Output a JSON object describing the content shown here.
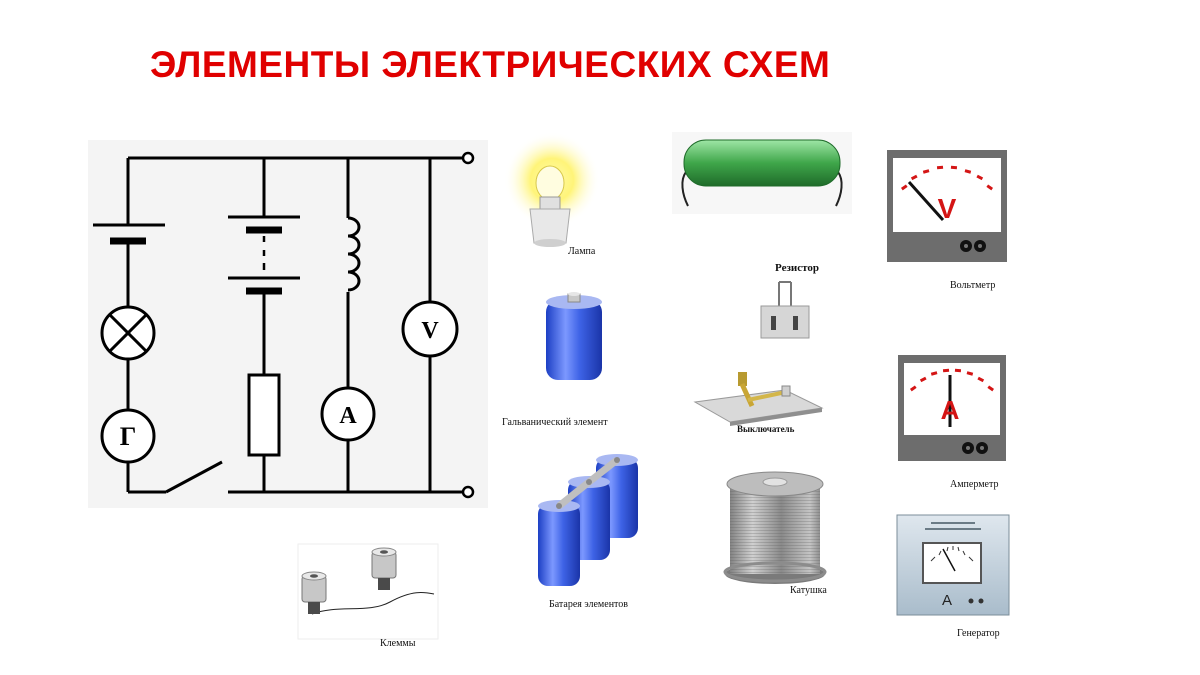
{
  "title": "ЭЛЕМЕНТЫ ЭЛЕКТРИЧЕСКИХ СХЕМ",
  "schematic": {
    "symbols": {
      "generator": "Г",
      "ammeter": "A",
      "voltmeter": "V"
    }
  },
  "components": {
    "lamp": "Лампа",
    "resistor": "Резистор",
    "voltmeter": "Вольтметр",
    "galvanic_cell": "Гальванический элемент",
    "switch": "Выключатель",
    "battery": "Батарея элементов",
    "coil": "Катушка",
    "ammeter": "Амперметр",
    "generator": "Генератор",
    "terminals": "Клеммы"
  },
  "meter_letters": {
    "voltmeter": "V",
    "ammeter": "A",
    "generator": "A"
  },
  "colors": {
    "title": "#e00000",
    "resistor_body": "#3fa64a",
    "cell_blue": "#3e63e6",
    "meter_case": "#6d6d6d"
  }
}
